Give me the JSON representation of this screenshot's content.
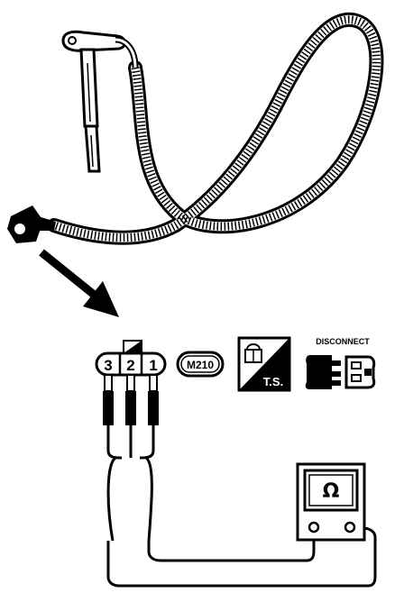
{
  "connector": {
    "pins": [
      "3",
      "2",
      "1"
    ],
    "code": "M210"
  },
  "ts_badge": {
    "label": "T.S."
  },
  "disconnect": {
    "label": "DISCONNECT"
  },
  "meter": {
    "symbol": "Ω",
    "icon": "ohmmeter-icon"
  },
  "colors": {
    "ink": "#000000",
    "paper": "#ffffff"
  }
}
